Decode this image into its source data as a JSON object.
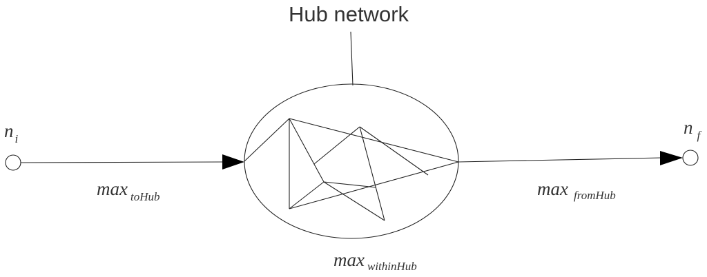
{
  "title": "Hub network",
  "labels": {
    "initial_node": {
      "main": "n",
      "sub": "i"
    },
    "final_node": {
      "main": "n",
      "sub": "f"
    },
    "to_hub": {
      "main": "max",
      "sub": "toHub"
    },
    "from_hub": {
      "main": "max",
      "sub": "fromHub"
    },
    "within_hub": {
      "main": "max",
      "sub": "withinHub"
    }
  }
}
